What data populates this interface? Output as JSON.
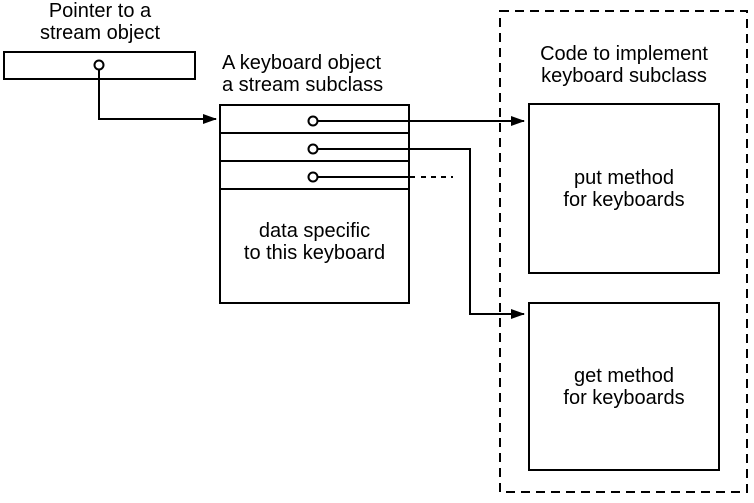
{
  "diagram": {
    "title_implied": "Stream object dispatch diagram",
    "pointer": {
      "label": "Pointer to a\nstream object"
    },
    "keyboard_object": {
      "label": "A keyboard object\na stream subclass",
      "slot_count": 3,
      "data_label": "data specific\nto this keyboard"
    },
    "code_region": {
      "label": "Code to implement\nkeyboard subclass",
      "put_box_label": "put method\nfor keyboards",
      "get_box_label": "get method\nfor keyboards"
    },
    "colors": {
      "ink": "#000000",
      "background": "#ffffff"
    }
  }
}
